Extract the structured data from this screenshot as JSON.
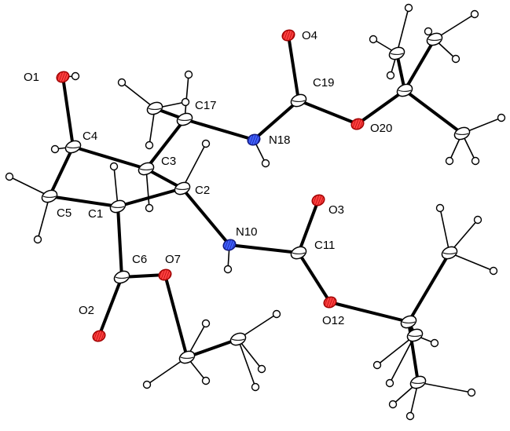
{
  "figure": {
    "atom_labels": [
      {
        "id": "O1",
        "text": "O1"
      },
      {
        "id": "C4",
        "text": "C4"
      },
      {
        "id": "C5",
        "text": "C5"
      },
      {
        "id": "C1",
        "text": "C1"
      },
      {
        "id": "C3",
        "text": "C3"
      },
      {
        "id": "C2",
        "text": "C2"
      },
      {
        "id": "C17",
        "text": "C17"
      },
      {
        "id": "N18",
        "text": "N18"
      },
      {
        "id": "C19",
        "text": "C19"
      },
      {
        "id": "O4",
        "text": "O4"
      },
      {
        "id": "O20",
        "text": "O20"
      },
      {
        "id": "N10",
        "text": "N10"
      },
      {
        "id": "C11",
        "text": "C11"
      },
      {
        "id": "O3",
        "text": "O3"
      },
      {
        "id": "O12",
        "text": "O12"
      },
      {
        "id": "C6",
        "text": "C6"
      },
      {
        "id": "O7",
        "text": "O7"
      },
      {
        "id": "O2",
        "text": "O2"
      }
    ],
    "element_colors": {
      "C": "#ffffff",
      "H": "#ffffff",
      "O": "#e02020",
      "N": "#2030c0"
    }
  }
}
